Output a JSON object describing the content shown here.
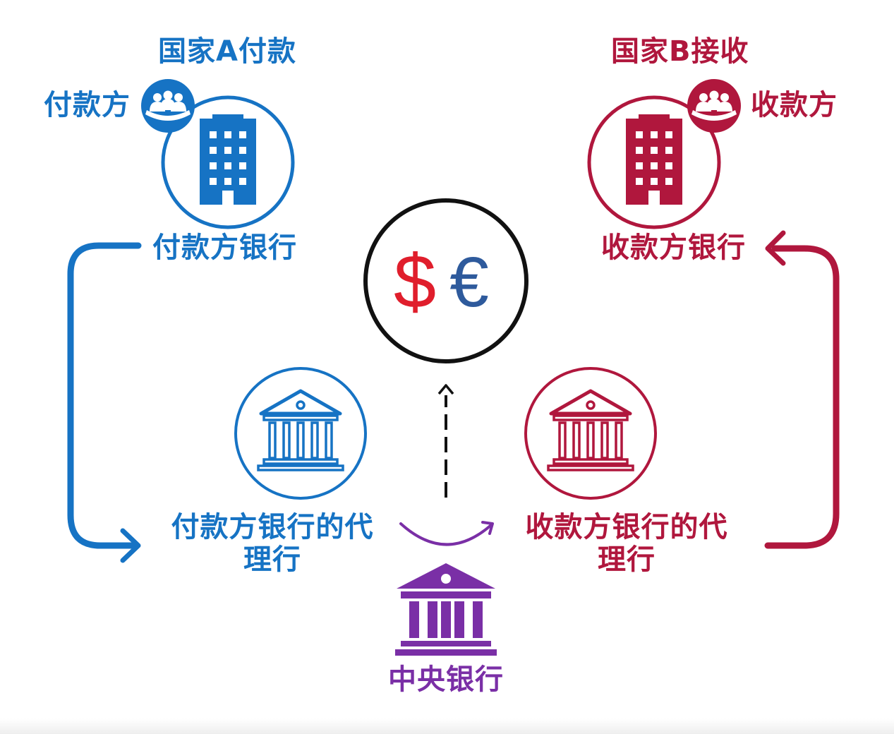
{
  "country_a": {
    "title": "国家A付款",
    "party": "付款方",
    "bank": "付款方银行",
    "correspondent": [
      "付款方银行的代",
      "理行"
    ]
  },
  "country_b": {
    "title": "国家B接收",
    "party": "收款方",
    "bank": "收款方银行",
    "correspondent": [
      "收款方银行的代",
      "理行"
    ]
  },
  "currency": {
    "dollar": "$",
    "euro": "€"
  },
  "central_bank": {
    "label": "中央银行"
  },
  "colors": {
    "blue": "#1673c4",
    "red": "#b0173d",
    "purple": "#7a2fa6",
    "black": "#111111"
  }
}
